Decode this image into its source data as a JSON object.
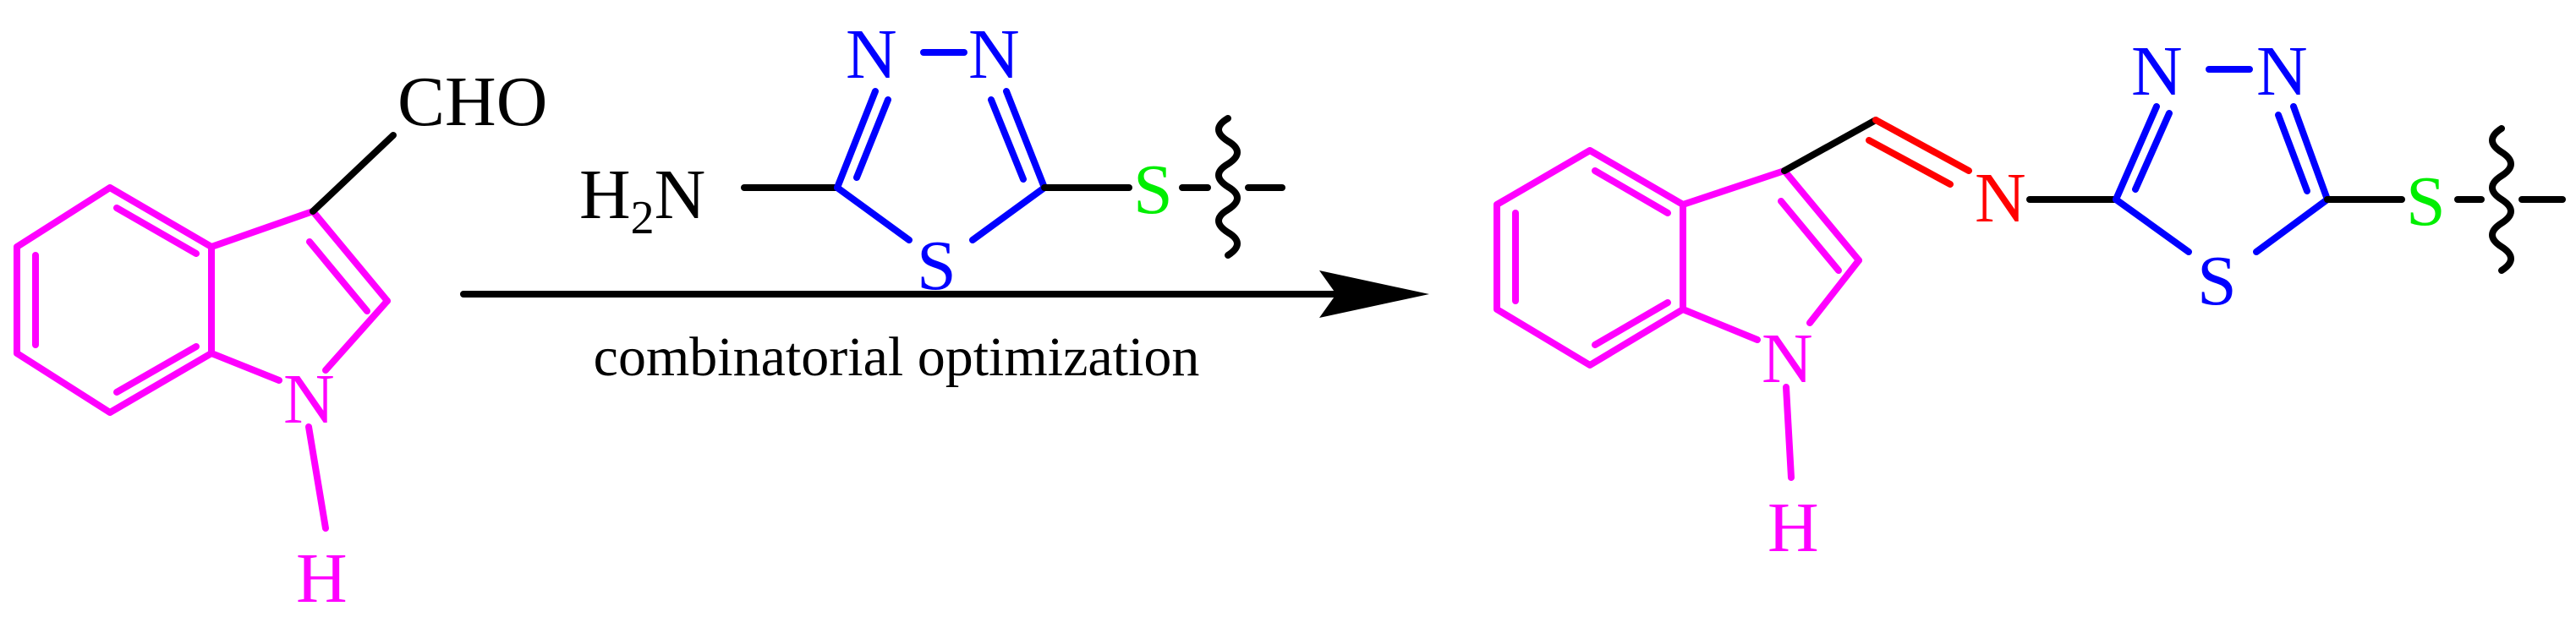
{
  "colors": {
    "indole": "#ff00ff",
    "thiadiazole": "#0000ff",
    "thioether_s": "#00ee00",
    "imine_n": "#ff0000",
    "black": "#000000"
  },
  "reactant_aldehyde": {
    "aldehyde_label": "CHO",
    "ring_nitrogen": "N",
    "ring_hydrogen": "H"
  },
  "reagent": {
    "amine_h": "H",
    "amine_subscript": "2",
    "amine_n": "N",
    "ring_n1": "N",
    "ring_n2": "N",
    "ring_s": "S",
    "thioether_s": "S"
  },
  "arrow": {
    "condition": "combinatorial optimization"
  },
  "product": {
    "ring_nitrogen": "N",
    "ring_hydrogen": "H",
    "imine_n": "N",
    "ring_n1": "N",
    "ring_n2": "N",
    "ring_s": "S",
    "thioether_s": "S"
  }
}
